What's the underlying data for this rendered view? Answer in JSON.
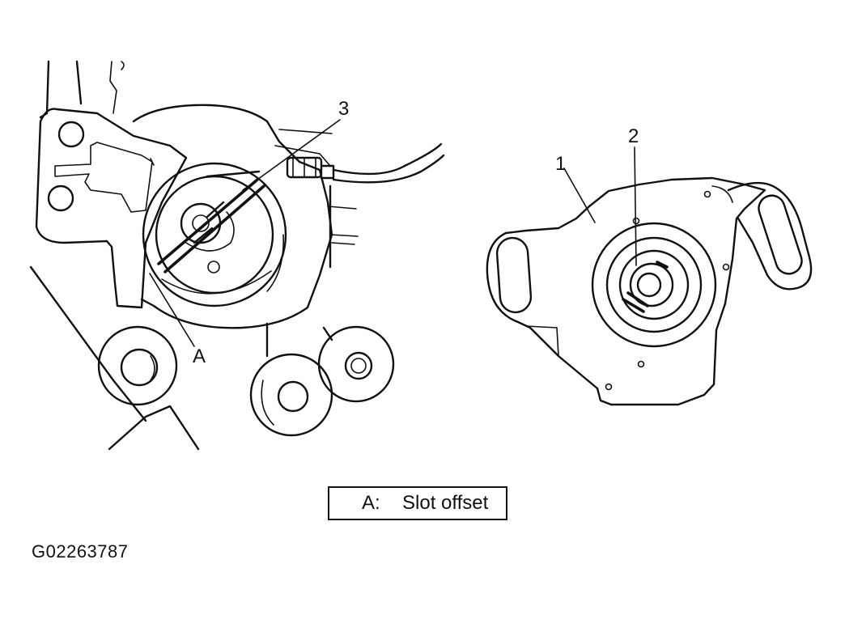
{
  "callouts": {
    "housing": "1",
    "shaft": "2",
    "rotor_slot": "3",
    "offset": "A"
  },
  "legend": {
    "key": "A:",
    "text": "Slot offset"
  },
  "figure_code": "G02263787",
  "colors": {
    "ink": "#111111",
    "background": "#ffffff"
  }
}
